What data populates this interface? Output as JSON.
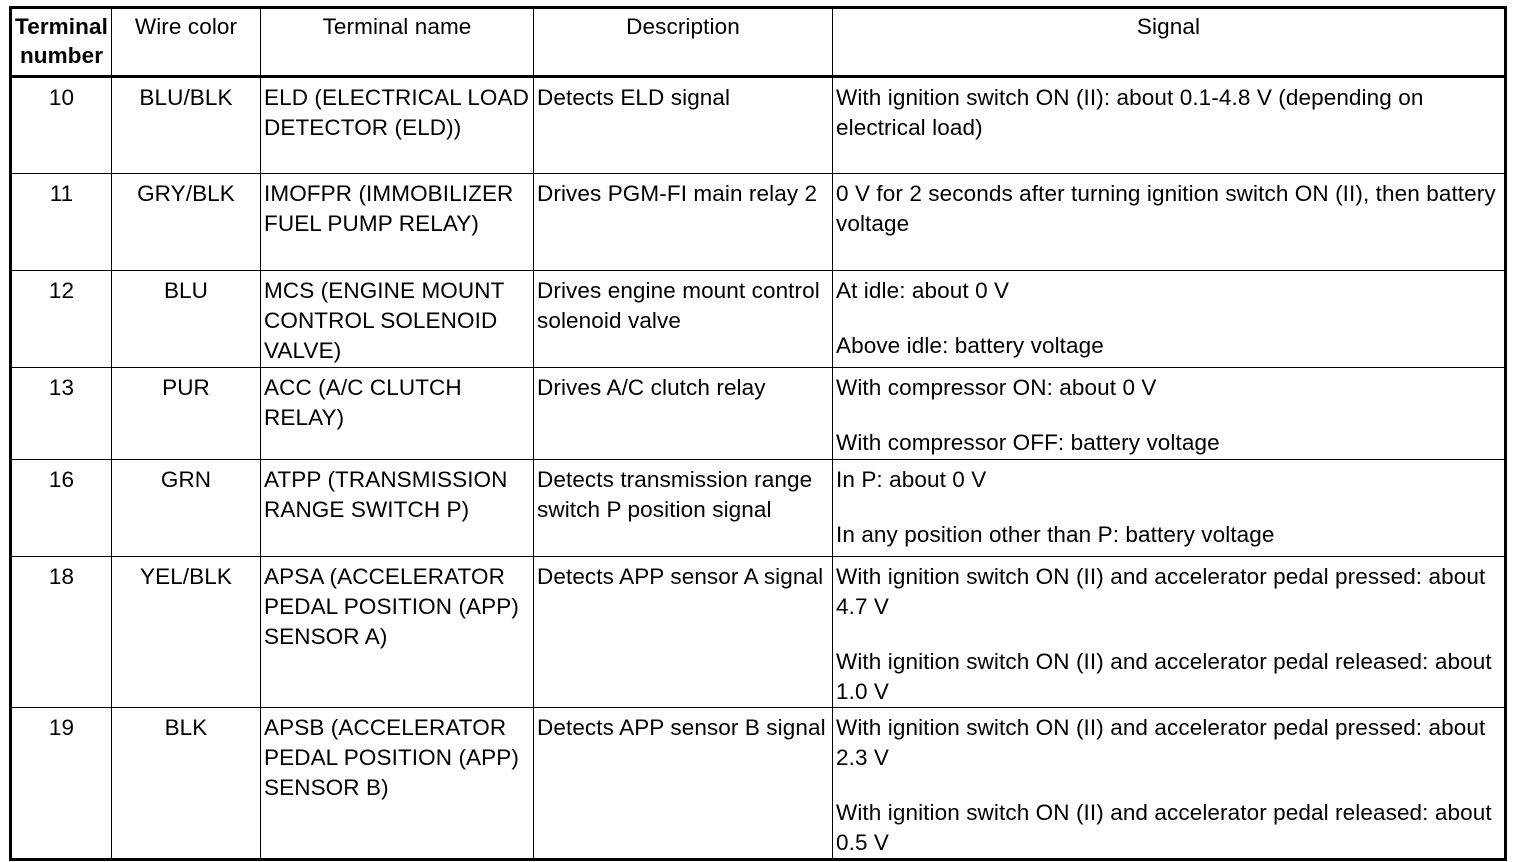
{
  "headers": {
    "terminal_number": "Terminal number",
    "wire_color": "Wire color",
    "terminal_name": "Terminal name",
    "description": "Description",
    "signal": "Signal"
  },
  "rows": [
    {
      "terminal": "10",
      "wire_color": "BLU/BLK",
      "name": "ELD (ELECTRICAL LOAD DETECTOR (ELD))",
      "description": "Detects ELD signal",
      "signals": [
        "With ignition switch ON (II): about 0.1-4.8 V (depending on electrical load)"
      ]
    },
    {
      "terminal": "11",
      "wire_color": "GRY/BLK",
      "name": "IMOFPR (IMMOBILIZER FUEL PUMP RELAY)",
      "description": "Drives PGM-FI main relay 2",
      "signals": [
        "0 V for 2 seconds after turning ignition switch ON (II), then battery voltage"
      ]
    },
    {
      "terminal": "12",
      "wire_color": "BLU",
      "name": "MCS (ENGINE MOUNT CONTROL SOLENOID VALVE)",
      "description": "Drives engine mount control solenoid valve",
      "signals": [
        "At idle: about 0 V",
        "Above idle: battery voltage"
      ]
    },
    {
      "terminal": "13",
      "wire_color": "PUR",
      "name": "ACC (A/C CLUTCH RELAY)",
      "description": "Drives A/C clutch relay",
      "signals": [
        "With compressor ON: about 0 V",
        "With compressor OFF: battery voltage"
      ]
    },
    {
      "terminal": "16",
      "wire_color": "GRN",
      "name": "ATPP (TRANSMISSION RANGE SWITCH P)",
      "description": "Detects transmission range switch P position signal",
      "signals": [
        "In P: about 0 V",
        "In any position other than P: battery voltage"
      ]
    },
    {
      "terminal": "18",
      "wire_color": "YEL/BLK",
      "name": "APSA (ACCELERATOR PEDAL POSITION (APP) SENSOR A)",
      "description": "Detects APP sensor A signal",
      "signals": [
        "With ignition switch ON (II) and accelerator pedal pressed: about 4.7 V",
        "With ignition switch ON (II) and accelerator pedal released: about 1.0 V"
      ]
    },
    {
      "terminal": "19",
      "wire_color": "BLK",
      "name": "APSB (ACCELERATOR PEDAL POSITION (APP) SENSOR B)",
      "description": "Detects APP sensor B signal",
      "signals": [
        "With ignition switch ON (II) and accelerator pedal pressed: about 2.3 V",
        "With ignition switch ON (II) and accelerator pedal released: about 0.5 V"
      ]
    }
  ]
}
